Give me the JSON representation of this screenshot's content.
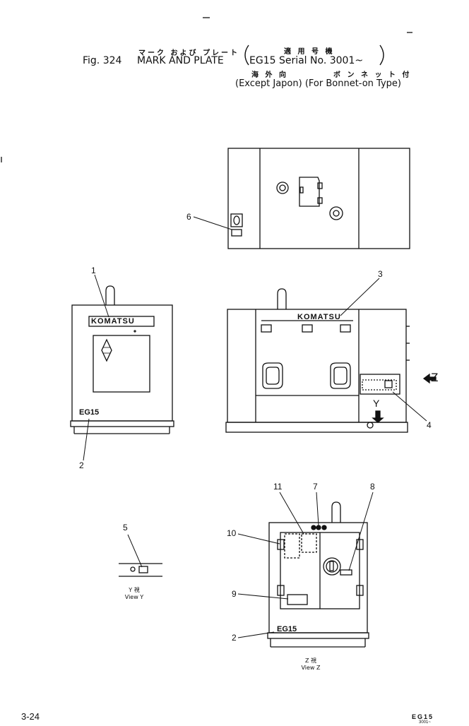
{
  "header": {
    "jp_title": "マーク および プレート",
    "fig_label": "Fig. 324",
    "title": "MARK AND PLATE",
    "jp_serial": "適 用 号 機",
    "serial": "EG15 Serial No. 3001~",
    "jp_type": "海 外 向",
    "jp_bonnet": "ボ ン ネ ッ ト 付",
    "type": "(Except Japon) (For Bonnet-on Type)"
  },
  "parts": {
    "brand_label": "KOMATSU",
    "model_label": "EG15"
  },
  "callouts": [
    "1",
    "2",
    "3",
    "4",
    "5",
    "6",
    "7",
    "8",
    "9",
    "10",
    "11",
    "2"
  ],
  "views": {
    "y_jp": "Y 視",
    "y_en": "View Y",
    "z_jp": "Z 視",
    "z_en": "View Z",
    "arrow_y": "Y",
    "arrow_z": "Z"
  },
  "footer": {
    "page": "3-24",
    "model": "EG15",
    "serial": "3001~"
  }
}
